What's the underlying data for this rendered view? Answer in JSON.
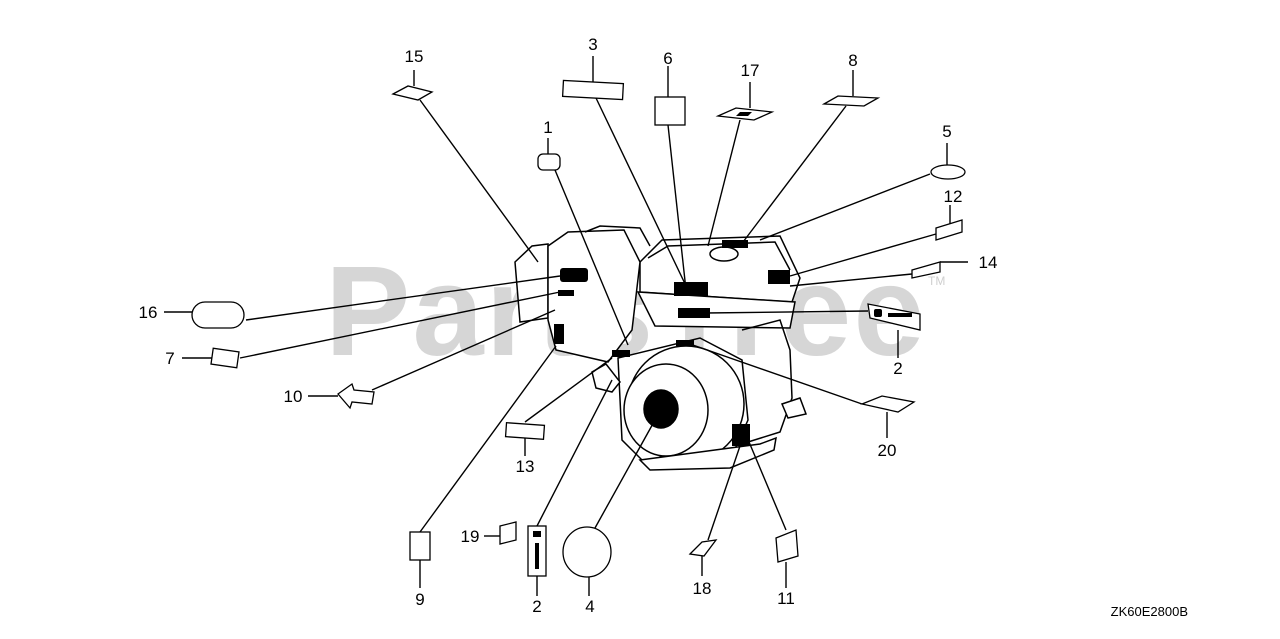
{
  "watermark": {
    "text": "PartsTree",
    "trademark": "TM"
  },
  "diagram_code": "ZK60E2800B",
  "callouts": {
    "c1": "1",
    "c2a": "2",
    "c2b": "2",
    "c3": "3",
    "c4": "4",
    "c5": "5",
    "c6": "6",
    "c7": "7",
    "c8": "8",
    "c9": "9",
    "c10": "10",
    "c11": "11",
    "c12": "12",
    "c13": "13",
    "c14": "14",
    "c15": "15",
    "c16": "16",
    "c17": "17",
    "c18": "18",
    "c19": "19",
    "c20": "20"
  }
}
